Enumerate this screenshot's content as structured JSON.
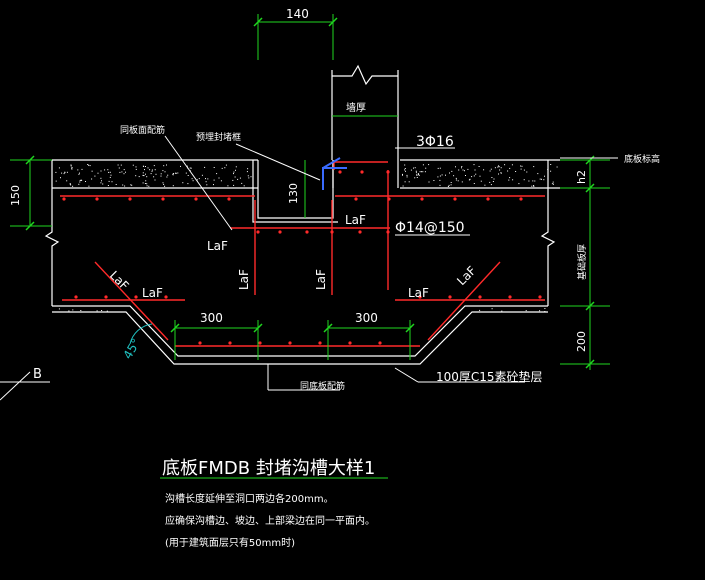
{
  "drawing": {
    "title": "底板FMDB 封堵沟槽大样1",
    "notes": [
      "沟槽长度延伸至洞口两边各200mm。",
      "应确保沟槽边、坡边、上部梁边在同一平面内。",
      "(用于建筑面层只有50mm时)"
    ]
  },
  "dimensions": {
    "top_width": "140",
    "left_height": "150",
    "slot_depth": "130",
    "bottom_left_width": "300",
    "bottom_right_width": "300",
    "right_bottom": "200",
    "angle": "45°"
  },
  "labels": {
    "wall_thickness": "墙厚",
    "rebar_top": "3Φ16",
    "rebar_spacing": "Φ14@150",
    "same_face_rebar": "同板面配筋",
    "plug_frame": "预埋封堵框",
    "slab_elevation": "底板标高",
    "h2": "h2",
    "slab_thickness": "基础板厚",
    "same_bottom_rebar": "同底板配筋",
    "cushion": "100厚C15素砼垫层",
    "section_b": "B",
    "laf_items": [
      "LaF",
      "LaF",
      "LaF",
      "LaF",
      "LaF",
      "LaF",
      "LaF",
      "LaF"
    ]
  },
  "colors": {
    "background": "#000000",
    "concrete": "#ffffff",
    "rebar": "#ff2a2a",
    "dimension": "#1fd61f",
    "leader": "#ffffff",
    "angle": "#20c0c0",
    "frame": "#3a6bff",
    "text": "#ffffff"
  }
}
